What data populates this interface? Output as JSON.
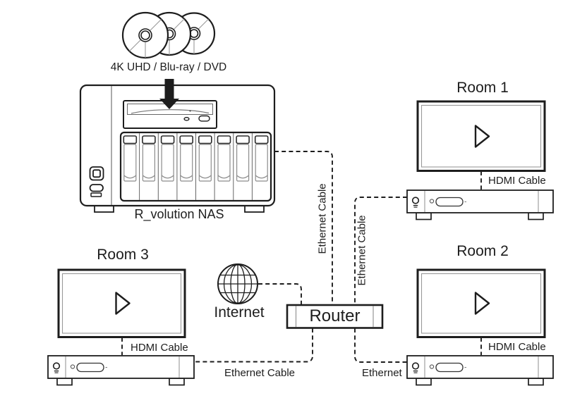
{
  "diagram": {
    "source": {
      "label": "4K UHD / Blu-ray / DVD"
    },
    "nas": {
      "label": "R_volution NAS"
    },
    "internet": {
      "label": "Internet"
    },
    "router": {
      "label": "Router"
    },
    "rooms": [
      {
        "title": "Room 1",
        "hdmi_cable_label": "HDMI Cable"
      },
      {
        "title": "Room 2",
        "hdmi_cable_label": "HDMI Cable"
      },
      {
        "title": "Room 3",
        "hdmi_cable_label": "HDMI Cable"
      }
    ],
    "cables": {
      "nas_to_router_label": "Ethernet Cable",
      "room1_to_router_label": "Ethernet Cable",
      "room3_to_router_label": "Ethernet Cable",
      "room2_to_router_label": "Ethernet"
    },
    "colors": {
      "line": "#1d1d1d",
      "thin_line": "#8c8c8c",
      "background": "#ffffff"
    }
  }
}
